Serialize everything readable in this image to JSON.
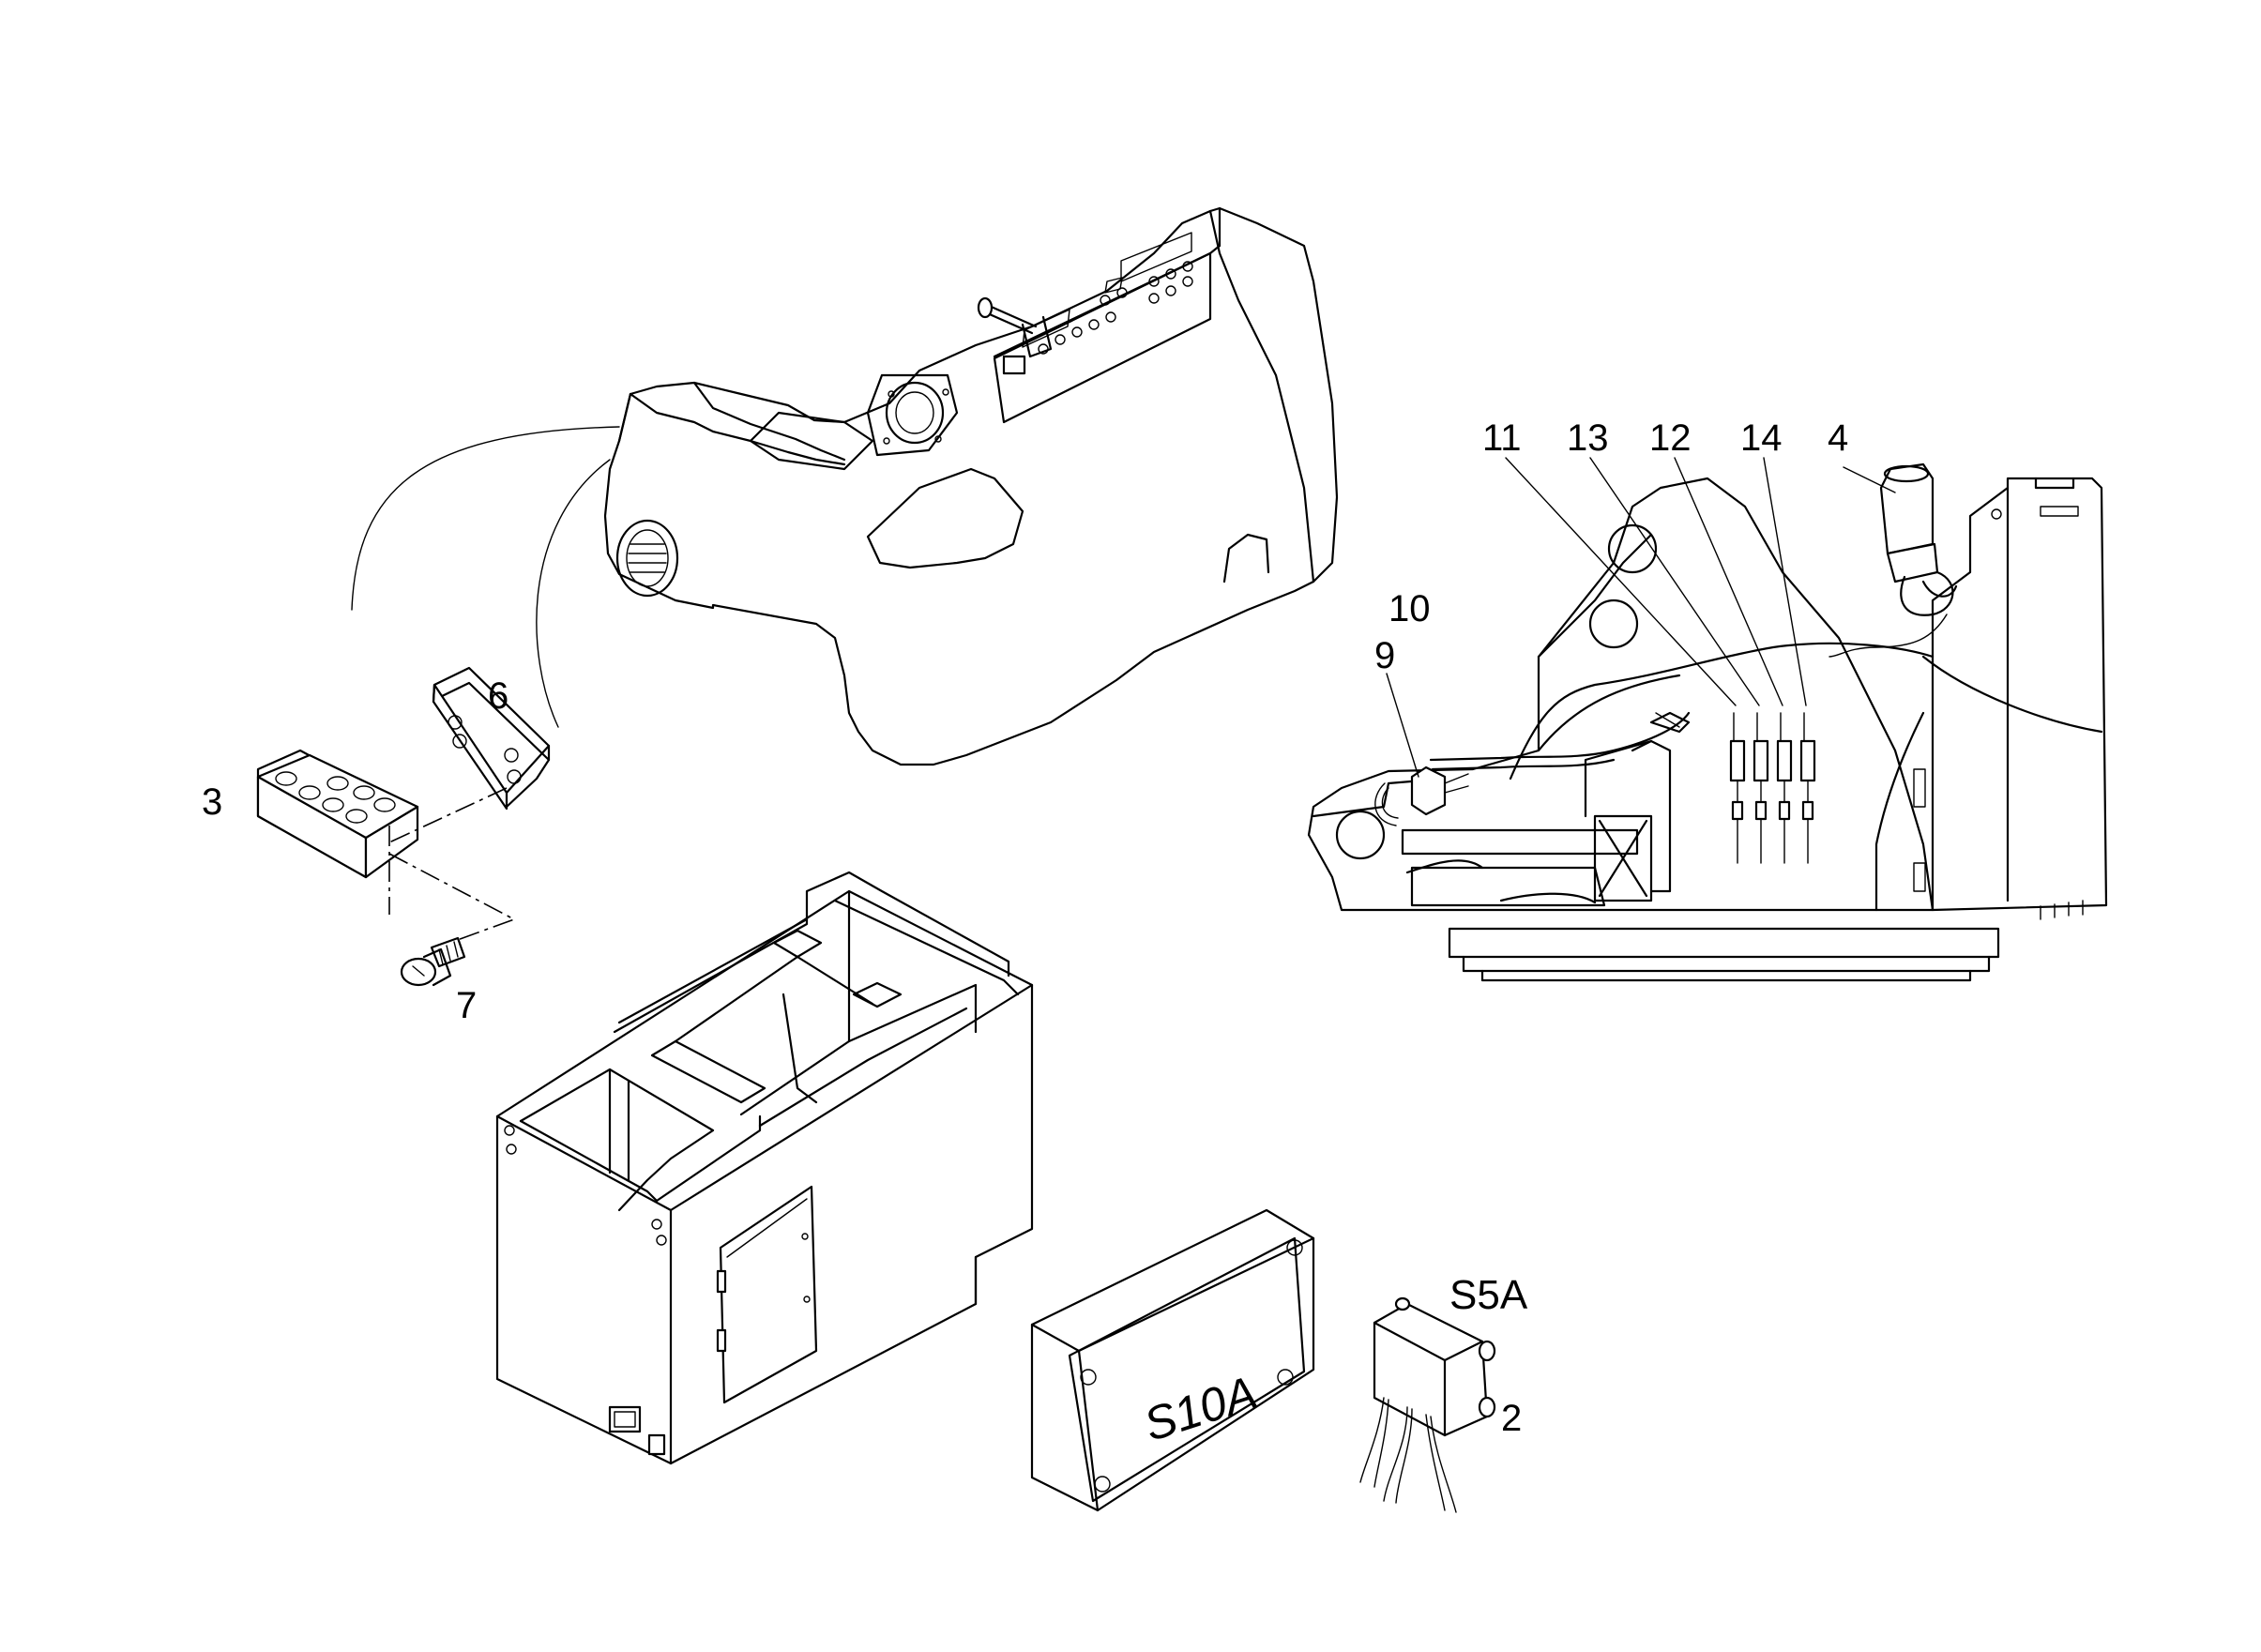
{
  "callouts": {
    "c3": "3",
    "c6": "6",
    "c7": "7",
    "c11": "11",
    "c13": "13",
    "c12": "12",
    "c14": "14",
    "c4": "4",
    "c10": "10",
    "c9": "9",
    "c2": "2",
    "s5a": "S5A"
  },
  "plate": {
    "text": "S10A"
  }
}
